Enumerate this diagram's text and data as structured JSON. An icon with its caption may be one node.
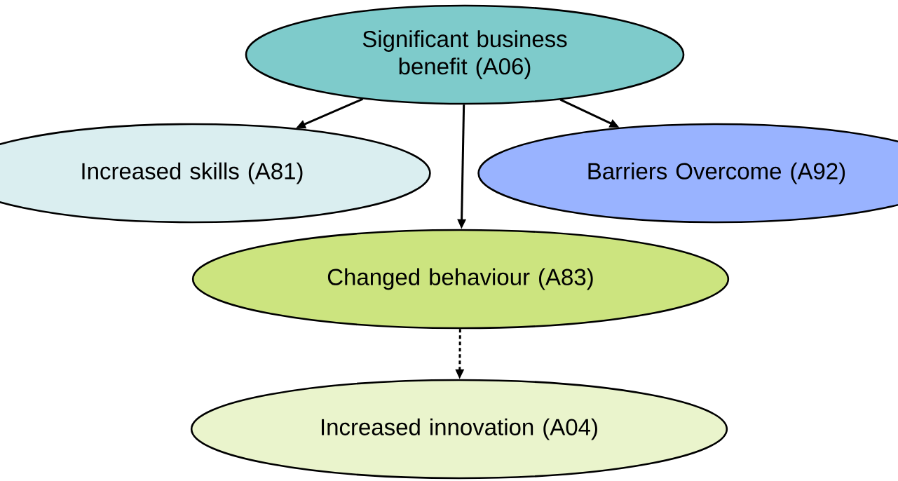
{
  "diagram": {
    "nodes": [
      {
        "text": [
          "Significant business benefit (A06)"
        ]
      },
      {
        "text": [
          "Increased skills (A81)"
        ]
      },
      {
        "text": [
          "Barriers Overcome (A92)"
        ]
      },
      {
        "text": [
          "Changed behaviour (A83)"
        ]
      },
      {
        "text": [
          "Increased innovation (A04)"
        ]
      }
    ],
    "edges": [
      {
        "from": 0,
        "to": 1,
        "arrow": "to"
      },
      {
        "from": 0,
        "to": 2,
        "arrow": "to"
      },
      {
        "from": 0,
        "to": 3,
        "arrow": "to"
      },
      {
        "from": 3,
        "to": 4,
        "arrow": "to",
        "style": "dashed"
      }
    ]
  }
}
